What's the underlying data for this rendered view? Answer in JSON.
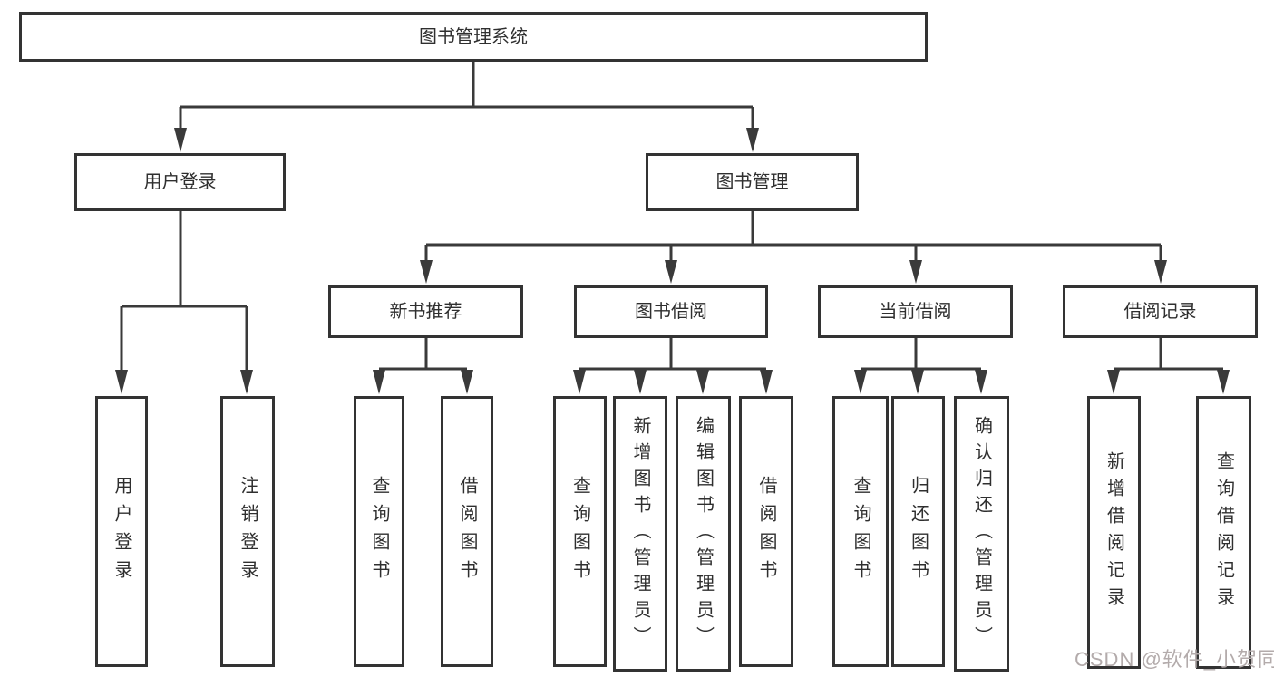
{
  "diagram_title": "图书管理系统",
  "nodes": {
    "root": {
      "label": "图书管理系统"
    },
    "user_login": {
      "label": "用户登录"
    },
    "book_mgmt": {
      "label": "图书管理"
    },
    "leaf_user_login": {
      "label": "用户登录"
    },
    "leaf_logout": {
      "label": "注销登录"
    },
    "new_book_rec": {
      "label": "新书推荐"
    },
    "book_borrow": {
      "label": "图书借阅"
    },
    "current_borrow": {
      "label": "当前借阅"
    },
    "borrow_record": {
      "label": "借阅记录"
    },
    "nr_query": {
      "label": "查询图书"
    },
    "nr_borrow": {
      "label": "借阅图书"
    },
    "bb_query": {
      "label": "查询图书"
    },
    "bb_add": {
      "label": "新增图书（管理员）"
    },
    "bb_edit": {
      "label": "编辑图书（管理员）"
    },
    "bb_borrow": {
      "label": "借阅图书"
    },
    "cb_query": {
      "label": "查询图书"
    },
    "cb_return": {
      "label": "归还图书"
    },
    "cb_confirm": {
      "label": "确认归还（管理员）"
    },
    "br_add": {
      "label": "新增借阅记录"
    },
    "br_query": {
      "label": "查询借阅记录"
    }
  },
  "hierarchy": {
    "图书管理系统": {
      "用户登录": [
        "用户登录",
        "注销登录"
      ],
      "图书管理": {
        "新书推荐": [
          "查询图书",
          "借阅图书"
        ],
        "图书借阅": [
          "查询图书",
          "新增图书（管理员）",
          "编辑图书（管理员）",
          "借阅图书"
        ],
        "当前借阅": [
          "查询图书",
          "归还图书",
          "确认归还（管理员）"
        ],
        "借阅记录": [
          "新增借阅记录",
          "查询借阅记录"
        ]
      }
    }
  },
  "watermark": {
    "text": "CSDN @软件_小贺同学"
  },
  "colors": {
    "line": "#3a3a3a",
    "box_border": "#333333",
    "text": "#2f2f2f",
    "watermark": "#b3abab",
    "background": "#ffffff"
  }
}
